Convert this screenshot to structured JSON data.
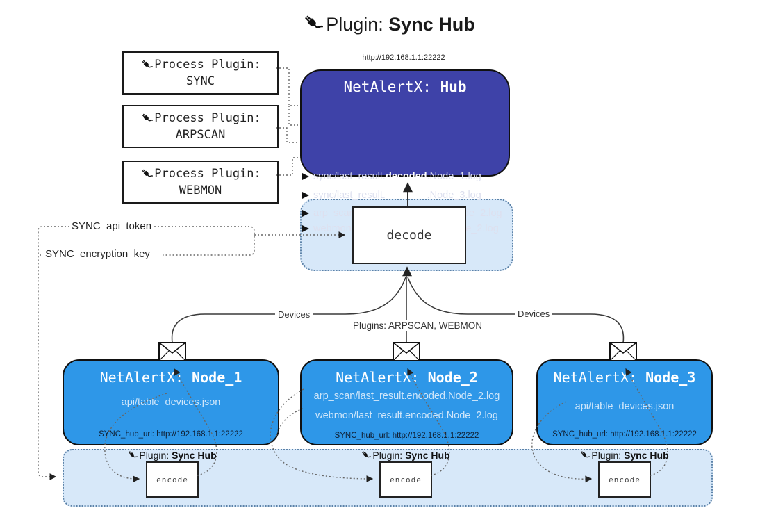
{
  "title": {
    "prefix": "Plugin: ",
    "bold": "Sync Hub"
  },
  "hub": {
    "url": "http://192.168.1.1:22222",
    "name_prefix": "NetAlertX: ",
    "name_bold": "Hub",
    "rows": [
      {
        "pre": "sync/last_result.",
        "bold": "decoded",
        "post": ".Node_1.log"
      },
      {
        "pre": "sync/last_result.",
        "bold": "decoded",
        "post": ".Node_3.log"
      },
      {
        "pre": "arp_scan/last_result.",
        "bold": "decoded",
        "post": ".Node_2.log"
      },
      {
        "pre": "webmon/last_result.",
        "bold": "decoded",
        "post": ".Node_2.log"
      }
    ]
  },
  "process_plugins": [
    {
      "line1": "Process Plugin:",
      "line2": "SYNC"
    },
    {
      "line1": "Process Plugin:",
      "line2": "ARPSCAN"
    },
    {
      "line1": "Process Plugin:",
      "line2": "WEBMON"
    }
  ],
  "decode": {
    "label": "decode"
  },
  "secrets": {
    "api_token": "SYNC_api_token",
    "encryption_key": "SYNC_encryption_key"
  },
  "edges": {
    "left": "Devices",
    "center": "Plugins: ARPSCAN, WEBMON",
    "right": "Devices"
  },
  "nodes": [
    {
      "name_prefix": "NetAlertX: ",
      "name_bold": "Node_1",
      "files": [
        "api/table_devices.json"
      ],
      "hub_url": "SYNC_hub_url: http://192.168.1.1:22222"
    },
    {
      "name_prefix": "NetAlertX: ",
      "name_bold": "Node_2",
      "files": [
        "arp_scan/last_result.encoded.Node_2.log",
        "webmon/last_result.encoded.Node_2.log"
      ],
      "hub_url": "SYNC_hub_url: http://192.168.1.1:22222"
    },
    {
      "name_prefix": "NetAlertX: ",
      "name_bold": "Node_3",
      "files": [
        "api/table_devices.json"
      ],
      "hub_url": "SYNC_hub_url: http://192.168.1.1:22222"
    }
  ],
  "sync_bar": {
    "groups": [
      {
        "label_prefix": "Plugin: ",
        "label_bold": "Sync Hub",
        "box": "encode"
      },
      {
        "label_prefix": "Plugin: ",
        "label_bold": "Sync Hub",
        "box": "encode"
      },
      {
        "label_prefix": "Plugin: ",
        "label_bold": "Sync Hub",
        "box": "encode"
      }
    ]
  },
  "colors": {
    "hub_bg": "#3e42a8",
    "node_bg": "#2e97e8",
    "panel_bg": "#d7e8f9",
    "panel_border": "#5c82a8",
    "line": "#3a3a3a",
    "dotted": "#666666"
  }
}
